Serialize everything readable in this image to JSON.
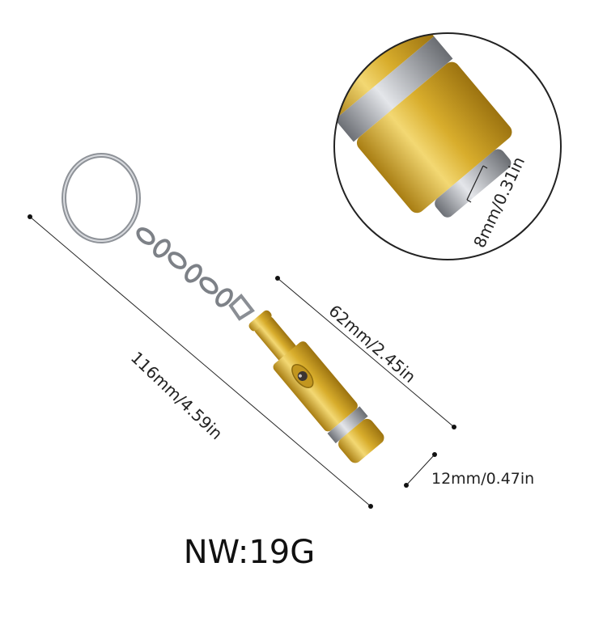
{
  "dimensions": {
    "total_length": "116mm/4.59in",
    "body_length": "62mm/2.45in",
    "diameter": "12mm/0.47in",
    "tip_diameter": "8mm/0.31in"
  },
  "weight_label": "NW:19G",
  "colors": {
    "gold": "#d8ad2c",
    "gold_highlight": "#f3d873",
    "silver": "#b9bcc2",
    "ring": "#8e9298",
    "background": "#ffffff"
  },
  "icons": [
    "key-ring-icon",
    "chain-icon",
    "cigar-punch-product-icon",
    "magnifier-circle-icon"
  ]
}
